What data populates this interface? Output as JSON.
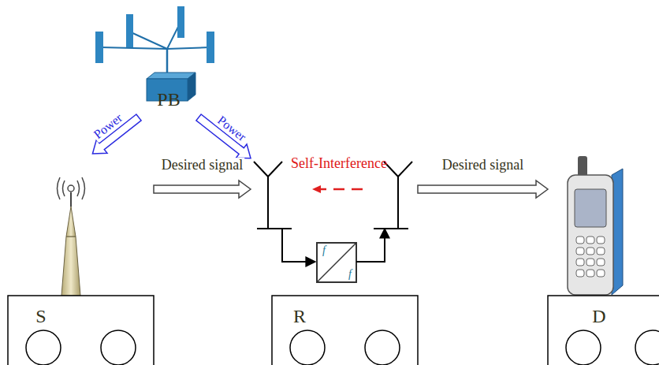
{
  "diagram": {
    "nodes": [
      {
        "text": [
          "PB"
        ]
      },
      {
        "text": [
          "S"
        ]
      },
      {
        "text": [
          "R"
        ]
      },
      {
        "text": [
          "D"
        ]
      }
    ],
    "edges": [
      {
        "from": 0,
        "to": 1,
        "label": "Power",
        "arrow": "to"
      },
      {
        "from": 0,
        "to": 2,
        "label": "Power",
        "arrow": "to"
      },
      {
        "from": 1,
        "to": 2,
        "label": "Desired signal",
        "arrow": "to"
      },
      {
        "from": 2,
        "to": 3,
        "label": "Desired signal",
        "arrow": "to"
      }
    ],
    "labels": [
      "Self-Interference",
      "f",
      "f"
    ]
  }
}
